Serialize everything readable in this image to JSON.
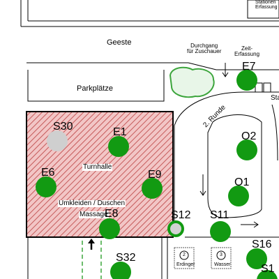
{
  "labels": {
    "top_right": "Stationen\nErfassung",
    "geeste": "Geeste",
    "parkplaetze": "Parkplätze",
    "durchgang": "Durchgang\nfür Zuschauer",
    "zeit_erfassung": "Zeit-\nErfassung",
    "runde": "2. Runde",
    "turnhalle": "Turnhalle",
    "umkleiden": "Umkleiden / Duschen",
    "massage": "Massage",
    "sta": "Sta",
    "erdinger": "Erdinger",
    "wasser": "Wasser",
    "erdinger_num": "2",
    "wasser_num": "3"
  },
  "points": [
    {
      "id": "E7",
      "label": "E7",
      "state": "active"
    },
    {
      "id": "E1",
      "label": "E1",
      "state": "active"
    },
    {
      "id": "S30",
      "label": "S30",
      "state": "inactive"
    },
    {
      "id": "E6",
      "label": "E6",
      "state": "active"
    },
    {
      "id": "E9",
      "label": "E9",
      "state": "active"
    },
    {
      "id": "E8",
      "label": "E8",
      "state": "active"
    },
    {
      "id": "S12",
      "label": "S12",
      "state": "ring"
    },
    {
      "id": "S11",
      "label": "S11",
      "state": "active"
    },
    {
      "id": "O2",
      "label": "O2",
      "state": "active"
    },
    {
      "id": "O1",
      "label": "O1",
      "state": "active"
    },
    {
      "id": "S16",
      "label": "S16",
      "state": "active"
    },
    {
      "id": "S32",
      "label": "S32",
      "state": "active"
    },
    {
      "id": "S1",
      "label": "S1",
      "state": "active"
    }
  ],
  "colors": {
    "active": "#129a12",
    "inactive": "#cfcfcf",
    "ring_fill": "#d3d3d3",
    "building_fill": "#f2c6c6",
    "hatch": "#c55a5a",
    "bush_fill": "#e8f6e8",
    "bush_stroke": "#3ca53c"
  }
}
